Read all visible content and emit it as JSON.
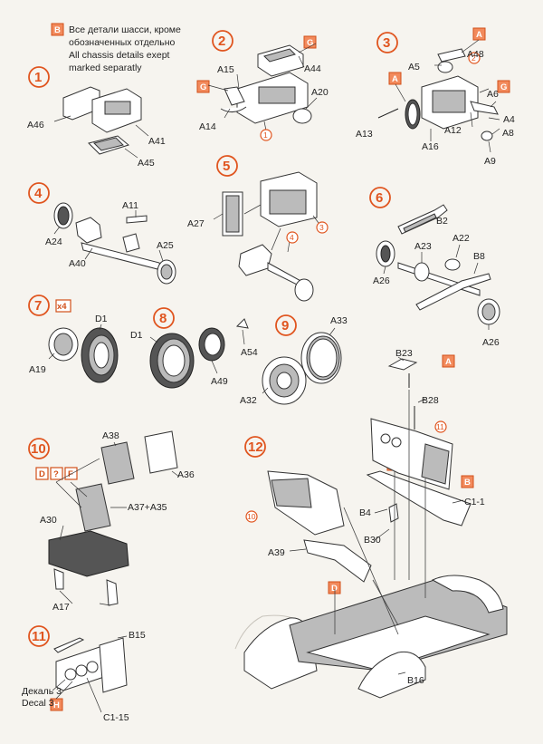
{
  "note": {
    "badge": "B",
    "lines": [
      "Все детали шасси, кроме",
      "обозначенных отдельно",
      "All chassis details exept",
      "marked separatly"
    ]
  },
  "steps": {
    "s1": {
      "num": "1",
      "labels": [
        "A46",
        "A41",
        "A45"
      ]
    },
    "s2": {
      "num": "2",
      "badges": [
        "G",
        "G"
      ],
      "sub": "1",
      "labels": [
        "A15",
        "A44",
        "A20",
        "A14"
      ]
    },
    "s3": {
      "num": "3",
      "badges": [
        "A",
        "A",
        "G"
      ],
      "sub": "2",
      "labels": [
        "A48",
        "A5",
        "A6",
        "A13",
        "A12",
        "A4",
        "A16",
        "A8",
        "A9"
      ]
    },
    "s4": {
      "num": "4",
      "labels": [
        "A11",
        "A24",
        "A25",
        "A40"
      ]
    },
    "s5": {
      "num": "5",
      "subs": [
        "3",
        "4"
      ],
      "labels": [
        "A27"
      ]
    },
    "s6": {
      "num": "6",
      "labels": [
        "B2",
        "A22",
        "A23",
        "B8",
        "A26",
        "A26"
      ]
    },
    "s7": {
      "num": "7",
      "qty": "x4",
      "labels": [
        "D1",
        "A19"
      ]
    },
    "s8": {
      "num": "8",
      "labels": [
        "D1",
        "A54",
        "A49"
      ]
    },
    "s9": {
      "num": "9",
      "labels": [
        "A33",
        "A32"
      ]
    },
    "s10": {
      "num": "10",
      "badges": [
        "D",
        "?",
        "F"
      ],
      "labels": [
        "A38",
        "A36",
        "A37+A35",
        "A30",
        "A17"
      ]
    },
    "s11": {
      "num": "11",
      "badge": "H",
      "labels": [
        "B15",
        "Декаль 3",
        "Decal 3",
        "C1-15"
      ]
    },
    "s12": {
      "num": "12",
      "badges": [
        "A",
        "D",
        "B",
        "D"
      ],
      "subs": [
        "11",
        "10"
      ],
      "labels": [
        "B23",
        "B28",
        "C1-1",
        "B4",
        "B30",
        "A39",
        "B16"
      ]
    }
  }
}
